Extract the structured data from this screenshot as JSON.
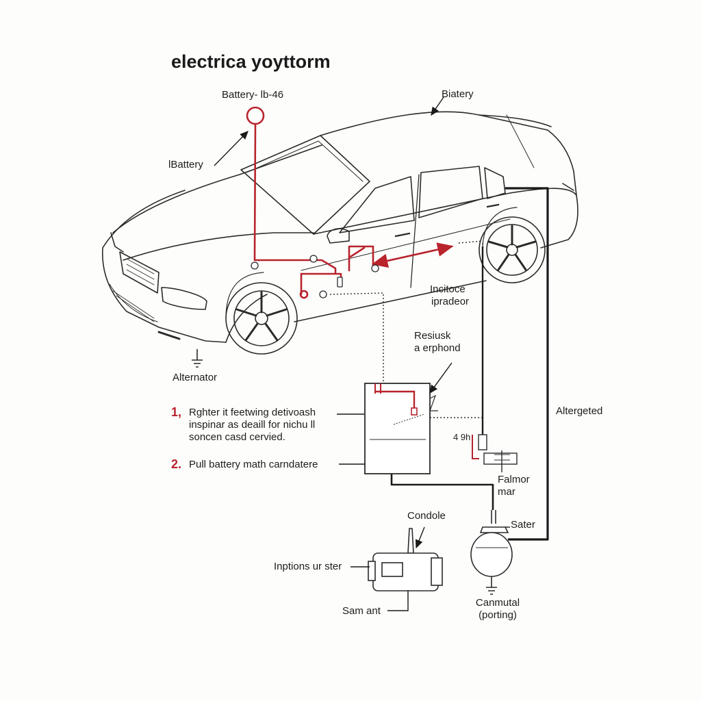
{
  "title": "electrica yoyttorm",
  "labels": {
    "battery_top_left": "Battery- lb-46",
    "battery_top_right": "Biatery",
    "battery_left": "lBattery",
    "alternator": "Alternator",
    "incitoce_line1": "Incitoce",
    "incitoce_line2": "ipradeor",
    "resiusk_line1": "Resiusk",
    "resiusk_line2": "a erphond",
    "altergeted": "Altergeted",
    "sensor_reading": "4 9h",
    "falmor_line1": "Falmor",
    "falmor_line2": "mar",
    "condole": "Condole",
    "sater": "Sater",
    "inptions": "Inptions ur ster",
    "sam_ant": "Sam ant",
    "canmutal_line1": "Canmutal",
    "canmutal_line2": "(porting)"
  },
  "steps": [
    {
      "number": "1,",
      "lines": [
        "Rghter it feetwing detivoash",
        "inspinar as deaill for nichu ll",
        "soncen casd cervied."
      ]
    },
    {
      "number": "2.",
      "lines": [
        "Pull battery math carndatere"
      ]
    }
  ],
  "colors": {
    "red_wire": "#b8232c",
    "black_wire": "#1a1a1a",
    "outline": "#2a2a2a"
  },
  "icons": [
    "car-body",
    "battery-unit",
    "starter-motor-icon",
    "fuse-bulb-icon",
    "ground-icon"
  ]
}
